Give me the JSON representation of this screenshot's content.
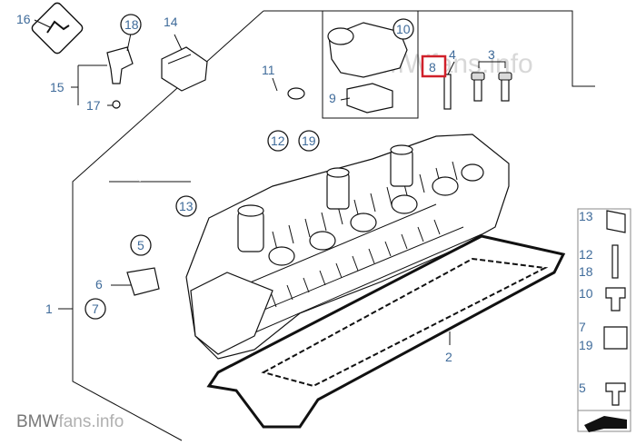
{
  "watermark": "BMWfans.info",
  "logo": {
    "main": "BMW",
    "sub": "fans.info"
  },
  "callouts": {
    "c1": "1",
    "c2": "2",
    "c3": "3",
    "c4": "4",
    "c5": "5",
    "c6": "6",
    "c7": "7",
    "c8": "8",
    "c9": "9",
    "c10": "10",
    "c11": "11",
    "c12": "12",
    "c13": "13",
    "c14": "14",
    "c15": "15",
    "c16": "16",
    "c17": "17",
    "c18": "18",
    "c19": "19"
  },
  "highlighted_callout": "8",
  "highlight_color": "#d0202a",
  "callout_color": "#3f6b9a",
  "side_panel": [
    "13",
    "12",
    "18",
    "10",
    "7",
    "19",
    "5"
  ]
}
